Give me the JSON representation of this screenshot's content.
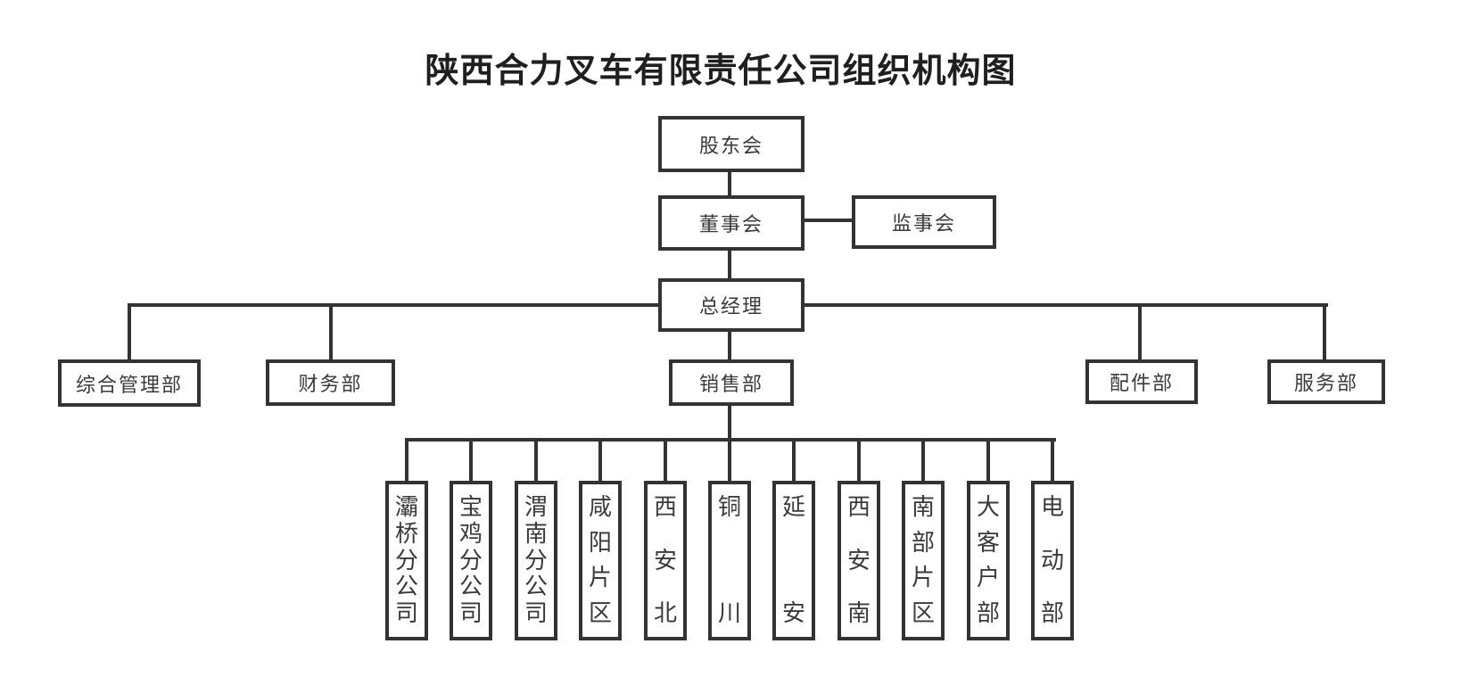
{
  "title": "陕西合力叉车有限责任公司组织机构图",
  "colors": {
    "background": "#ffffff",
    "line": "#333333",
    "box_border": "#333333",
    "box_text": "#3a3a3a",
    "title_text": "#1f1f1f"
  },
  "nodes": {
    "shareholders": {
      "label": "股东会"
    },
    "board": {
      "label": "董事会"
    },
    "supervisory": {
      "label": "监事会"
    },
    "general_manager": {
      "label": "总经理"
    }
  },
  "departments": [
    {
      "label": "综合管理部"
    },
    {
      "label": "财务部"
    },
    {
      "label": "销售部"
    },
    {
      "label": "配件部"
    },
    {
      "label": "服务部"
    }
  ],
  "sales_branches": [
    {
      "label": "灞桥分公司"
    },
    {
      "label": "宝鸡分公司"
    },
    {
      "label": "渭南分公司"
    },
    {
      "label": "咸阳片区"
    },
    {
      "label": "西安北"
    },
    {
      "label": "铜川"
    },
    {
      "label": "延安"
    },
    {
      "label": "西安南"
    },
    {
      "label": "南部片区"
    },
    {
      "label": "大客户部"
    },
    {
      "label": "电动部"
    }
  ]
}
